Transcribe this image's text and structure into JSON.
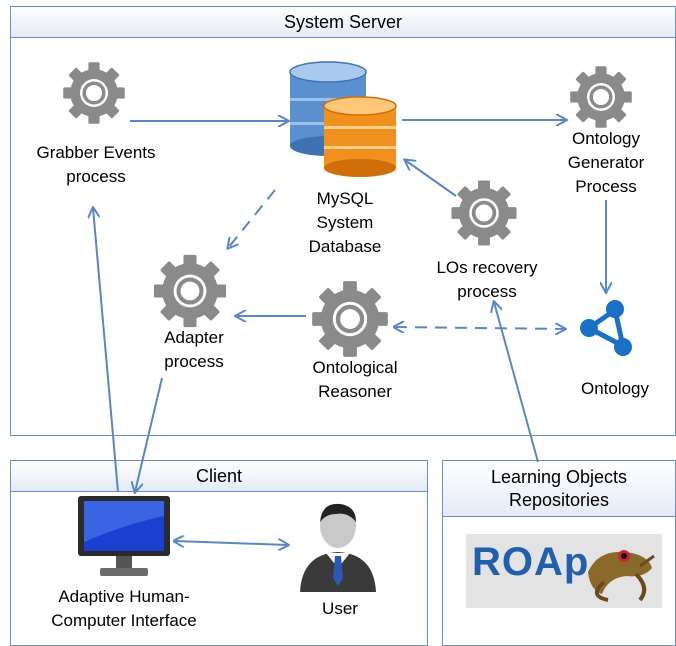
{
  "server": {
    "title": "System Server"
  },
  "client": {
    "title": "Client"
  },
  "repos": {
    "title_line1": "Learning Objects",
    "title_line2": "Repositories",
    "logo_text": "ROAp"
  },
  "nodes": {
    "grabber": {
      "line1": "Grabber Events",
      "line2": "process"
    },
    "mysql": {
      "line1": "MySQL",
      "line2": "System",
      "line3": "Database"
    },
    "ontogen": {
      "line1": "Ontology",
      "line2": "Generator",
      "line3": "Process"
    },
    "losrecovery": {
      "line1": "LOs recovery",
      "line2": "process"
    },
    "adapter": {
      "line1": "Adapter",
      "line2": "process"
    },
    "reasoner": {
      "line1": "Ontological",
      "line2": "Reasoner"
    },
    "ontology": {
      "line1": "Ontology"
    },
    "ahci": {
      "line1": "Adaptive Human-",
      "line2": "Computer Interface"
    },
    "user": {
      "line1": "User"
    }
  },
  "colors": {
    "arrow": "#5b86c5",
    "panel_border": "#6b8fc0",
    "gear": "#8a8a8a",
    "db_blue": "#5a8fd0",
    "db_orange": "#f0901e",
    "ontology_icon": "#1a6fc6",
    "logo_text": "#1f5fad"
  }
}
